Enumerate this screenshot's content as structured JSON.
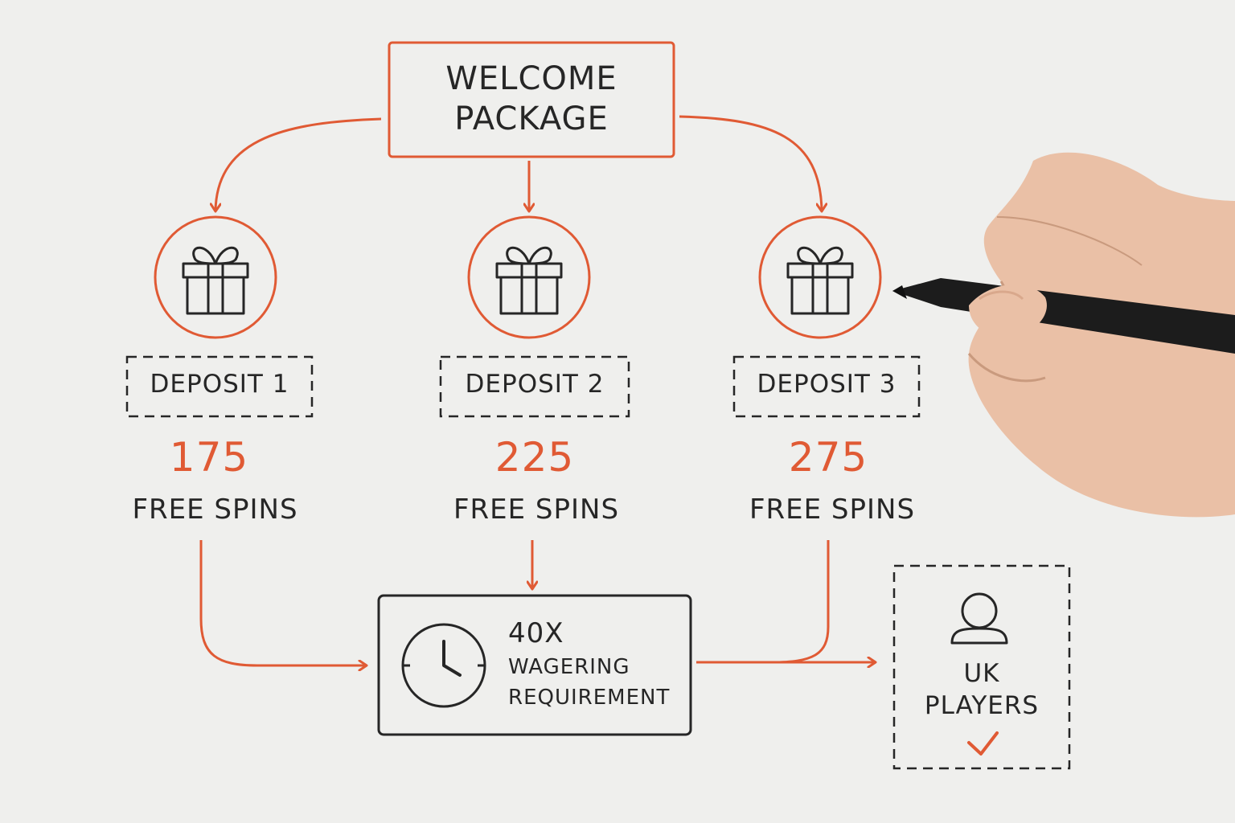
{
  "title": {
    "line1": "WELCOME",
    "line2": "PACKAGE"
  },
  "deposits": [
    {
      "label": "DEPOSIT 1",
      "spins": "175",
      "spins_label": "FREE SPINS"
    },
    {
      "label": "DEPOSIT 2",
      "spins": "225",
      "spins_label": "FREE SPINS"
    },
    {
      "label": "DEPOSIT 3",
      "spins": "275",
      "spins_label": "FREE SPINS"
    }
  ],
  "wagering": {
    "multiplier": "40X",
    "line1": "WAGERING",
    "line2": "REQUIREMENT"
  },
  "eligibility": {
    "line1": "UK",
    "line2": "PLAYERS"
  },
  "colors": {
    "accent": "#e05a34",
    "ink": "#262626",
    "paper": "#efefed"
  },
  "icons": [
    "gift-icon",
    "clock-icon",
    "user-icon",
    "checkmark-icon",
    "hand-with-marker"
  ]
}
